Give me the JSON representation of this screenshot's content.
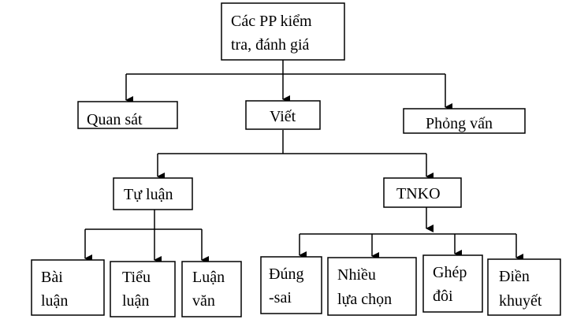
{
  "diagram": {
    "root": {
      "line1": "Các PP kiểm",
      "line2": "tra, đánh giá"
    },
    "level1": {
      "observe": "Quan sát",
      "write": "Viết",
      "interview": "Phỏng vấn"
    },
    "level2": {
      "essay": "Tự luận",
      "objective": "TNKO"
    },
    "essay_children": {
      "paper": {
        "line1": "Bài",
        "line2": "luận"
      },
      "minor_thesis": {
        "line1": "Tiểu",
        "line2": "luận"
      },
      "thesis": {
        "line1": "Luận",
        "line2": "văn"
      }
    },
    "objective_children": {
      "true_false": {
        "line1": "Đúng",
        "line2": "-sai"
      },
      "multiple_choice": {
        "line1": "Nhiều",
        "line2": "lựa chọn"
      },
      "matching": {
        "line1": "Ghép",
        "line2": "đôi"
      },
      "fill_blank": {
        "line1": "Điền",
        "line2": "khuyết"
      }
    }
  }
}
